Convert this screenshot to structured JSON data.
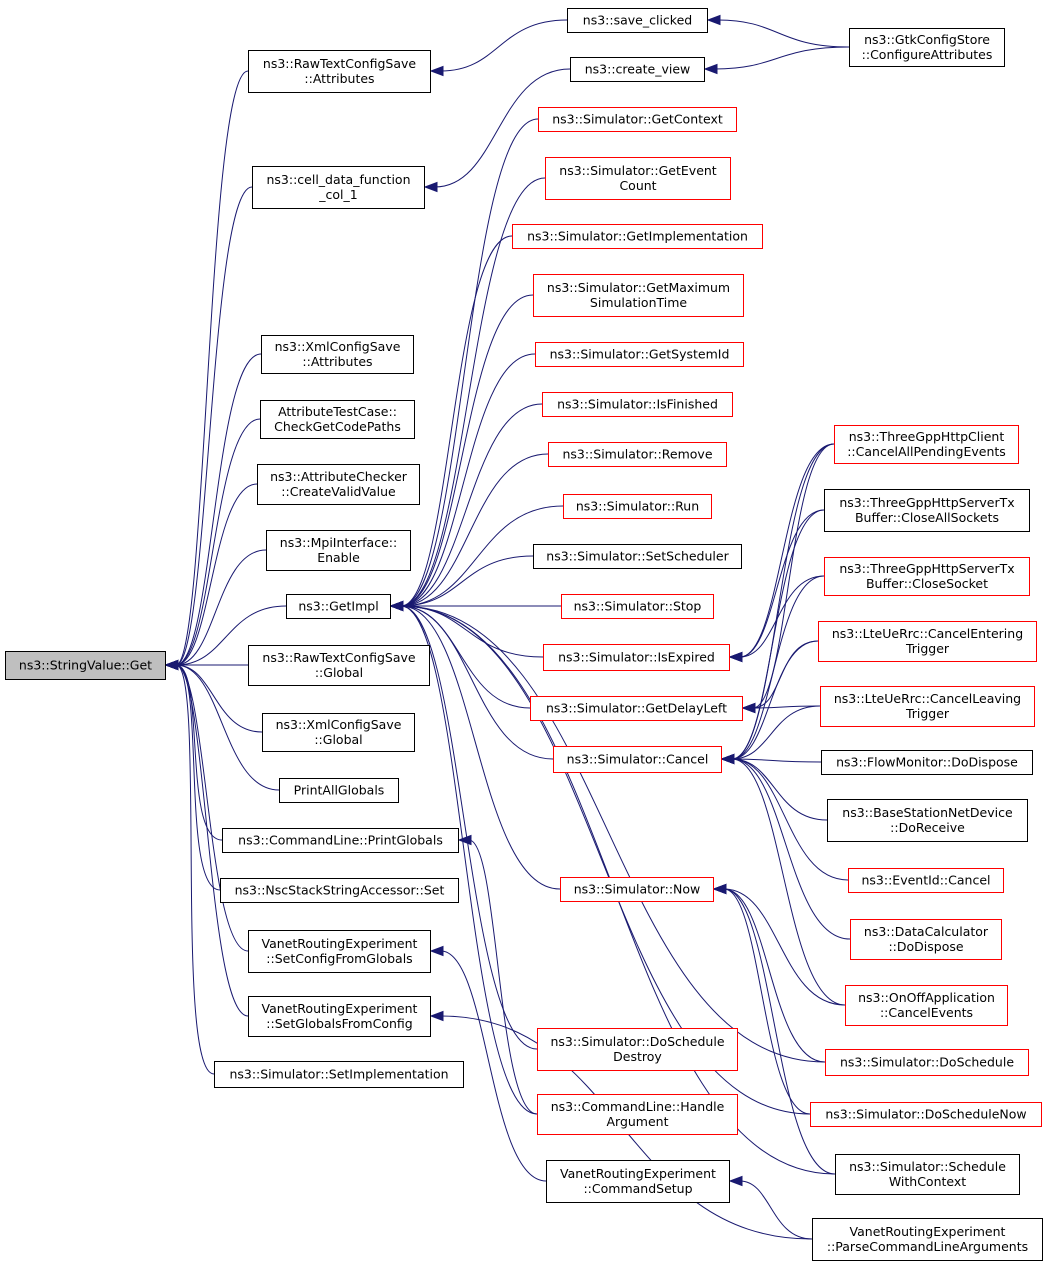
{
  "colors": {
    "edge": "#191970",
    "root_fill": "#bfbfbf",
    "node_border": "#000000",
    "truncated_border": "#ff0000",
    "background": "#ffffff"
  },
  "nodes": [
    {
      "id": "n0",
      "lines": [
        "ns3::StringValue::Get"
      ],
      "kind": "root"
    },
    {
      "id": "n1",
      "lines": [
        "ns3::RawTextConfigSave",
        "::Attributes"
      ],
      "kind": "normal"
    },
    {
      "id": "n2",
      "lines": [
        "ns3::save_clicked"
      ],
      "kind": "normal"
    },
    {
      "id": "n3",
      "lines": [
        "ns3::GtkConfigStore",
        "::ConfigureAttributes"
      ],
      "kind": "normal"
    },
    {
      "id": "n4",
      "lines": [
        "ns3::cell_data_function",
        "_col_1"
      ],
      "kind": "normal"
    },
    {
      "id": "n5",
      "lines": [
        "ns3::create_view"
      ],
      "kind": "normal"
    },
    {
      "id": "n6",
      "lines": [
        "ns3::XmlConfigSave",
        "::Attributes"
      ],
      "kind": "normal"
    },
    {
      "id": "n7",
      "lines": [
        "AttributeTestCase::",
        "CheckGetCodePaths"
      ],
      "kind": "normal"
    },
    {
      "id": "n8",
      "lines": [
        "ns3::AttributeChecker",
        "::CreateValidValue"
      ],
      "kind": "normal"
    },
    {
      "id": "n9",
      "lines": [
        "ns3::MpiInterface::",
        "Enable"
      ],
      "kind": "normal"
    },
    {
      "id": "n10",
      "lines": [
        "ns3::GetImpl"
      ],
      "kind": "normal"
    },
    {
      "id": "n11",
      "lines": [
        "ns3::Simulator::GetContext"
      ],
      "kind": "truncated"
    },
    {
      "id": "n12",
      "lines": [
        "ns3::Simulator::GetEvent",
        "Count"
      ],
      "kind": "truncated"
    },
    {
      "id": "n13",
      "lines": [
        "ns3::Simulator::GetImplementation"
      ],
      "kind": "truncated"
    },
    {
      "id": "n14",
      "lines": [
        "ns3::Simulator::GetMaximum",
        "SimulationTime"
      ],
      "kind": "truncated"
    },
    {
      "id": "n15",
      "lines": [
        "ns3::Simulator::GetSystemId"
      ],
      "kind": "truncated"
    },
    {
      "id": "n16",
      "lines": [
        "ns3::Simulator::IsFinished"
      ],
      "kind": "truncated"
    },
    {
      "id": "n17",
      "lines": [
        "ns3::Simulator::Remove"
      ],
      "kind": "truncated"
    },
    {
      "id": "n18",
      "lines": [
        "ns3::Simulator::Run"
      ],
      "kind": "truncated"
    },
    {
      "id": "n19",
      "lines": [
        "ns3::Simulator::SetScheduler"
      ],
      "kind": "normal"
    },
    {
      "id": "n20",
      "lines": [
        "ns3::Simulator::Stop"
      ],
      "kind": "truncated"
    },
    {
      "id": "n21",
      "lines": [
        "ns3::Simulator::IsExpired"
      ],
      "kind": "truncated"
    },
    {
      "id": "n22",
      "lines": [
        "ns3::ThreeGppHttpClient",
        "::CancelAllPendingEvents"
      ],
      "kind": "truncated"
    },
    {
      "id": "n23",
      "lines": [
        "ns3::ThreeGppHttpServerTx",
        "Buffer::CloseAllSockets"
      ],
      "kind": "normal"
    },
    {
      "id": "n24",
      "lines": [
        "ns3::ThreeGppHttpServerTx",
        "Buffer::CloseSocket"
      ],
      "kind": "truncated"
    },
    {
      "id": "n25",
      "lines": [
        "ns3::Simulator::GetDelayLeft"
      ],
      "kind": "truncated"
    },
    {
      "id": "n26",
      "lines": [
        "ns3::LteUeRrc::CancelEntering",
        "Trigger"
      ],
      "kind": "truncated"
    },
    {
      "id": "n27",
      "lines": [
        "ns3::LteUeRrc::CancelLeaving",
        "Trigger"
      ],
      "kind": "truncated"
    },
    {
      "id": "n28",
      "lines": [
        "ns3::Simulator::Cancel"
      ],
      "kind": "truncated"
    },
    {
      "id": "n29",
      "lines": [
        "ns3::FlowMonitor::DoDispose"
      ],
      "kind": "normal"
    },
    {
      "id": "n30",
      "lines": [
        "ns3::BaseStationNetDevice",
        "::DoReceive"
      ],
      "kind": "normal"
    },
    {
      "id": "n31",
      "lines": [
        "ns3::EventId::Cancel"
      ],
      "kind": "truncated"
    },
    {
      "id": "n32",
      "lines": [
        "ns3::DataCalculator",
        "::DoDispose"
      ],
      "kind": "truncated"
    },
    {
      "id": "n33",
      "lines": [
        "ns3::OnOffApplication",
        "::CancelEvents"
      ],
      "kind": "truncated"
    },
    {
      "id": "n34",
      "lines": [
        "ns3::Simulator::Now"
      ],
      "kind": "truncated"
    },
    {
      "id": "n35",
      "lines": [
        "ns3::Simulator::DoSchedule"
      ],
      "kind": "truncated"
    },
    {
      "id": "n36",
      "lines": [
        "ns3::Simulator::DoScheduleNow"
      ],
      "kind": "truncated"
    },
    {
      "id": "n37",
      "lines": [
        "ns3::Simulator::Schedule",
        "WithContext"
      ],
      "kind": "normal"
    },
    {
      "id": "n38",
      "lines": [
        "ns3::RawTextConfigSave",
        "::Global"
      ],
      "kind": "normal"
    },
    {
      "id": "n39",
      "lines": [
        "ns3::XmlConfigSave",
        "::Global"
      ],
      "kind": "normal"
    },
    {
      "id": "n40",
      "lines": [
        "PrintAllGlobals"
      ],
      "kind": "normal"
    },
    {
      "id": "n41",
      "lines": [
        "ns3::CommandLine::PrintGlobals"
      ],
      "kind": "normal"
    },
    {
      "id": "n42",
      "lines": [
        "ns3::Simulator::DoSchedule",
        "Destroy"
      ],
      "kind": "truncated"
    },
    {
      "id": "n43",
      "lines": [
        "ns3::CommandLine::Handle",
        "Argument"
      ],
      "kind": "truncated"
    },
    {
      "id": "n44",
      "lines": [
        "ns3::NscStackStringAccessor::Set"
      ],
      "kind": "normal"
    },
    {
      "id": "n45",
      "lines": [
        "VanetRoutingExperiment",
        "::SetConfigFromGlobals"
      ],
      "kind": "normal"
    },
    {
      "id": "n46",
      "lines": [
        "VanetRoutingExperiment",
        "::CommandSetup"
      ],
      "kind": "normal"
    },
    {
      "id": "n47",
      "lines": [
        "VanetRoutingExperiment",
        "::ParseCommandLineArguments"
      ],
      "kind": "normal"
    },
    {
      "id": "n48",
      "lines": [
        "VanetRoutingExperiment",
        "::SetGlobalsFromConfig"
      ],
      "kind": "normal"
    },
    {
      "id": "n49",
      "lines": [
        "ns3::Simulator::SetImplementation"
      ],
      "kind": "normal"
    }
  ],
  "edges": [
    [
      "n1",
      "n0"
    ],
    [
      "n4",
      "n0"
    ],
    [
      "n6",
      "n0"
    ],
    [
      "n7",
      "n0"
    ],
    [
      "n8",
      "n0"
    ],
    [
      "n9",
      "n0"
    ],
    [
      "n10",
      "n0"
    ],
    [
      "n38",
      "n0"
    ],
    [
      "n39",
      "n0"
    ],
    [
      "n40",
      "n0"
    ],
    [
      "n41",
      "n0"
    ],
    [
      "n44",
      "n0"
    ],
    [
      "n45",
      "n0"
    ],
    [
      "n48",
      "n0"
    ],
    [
      "n49",
      "n0"
    ],
    [
      "n2",
      "n1"
    ],
    [
      "n3",
      "n2"
    ],
    [
      "n5",
      "n4"
    ],
    [
      "n3",
      "n5"
    ],
    [
      "n11",
      "n10"
    ],
    [
      "n12",
      "n10"
    ],
    [
      "n13",
      "n10"
    ],
    [
      "n14",
      "n10"
    ],
    [
      "n15",
      "n10"
    ],
    [
      "n16",
      "n10"
    ],
    [
      "n17",
      "n10"
    ],
    [
      "n18",
      "n10"
    ],
    [
      "n19",
      "n10"
    ],
    [
      "n20",
      "n10"
    ],
    [
      "n21",
      "n10"
    ],
    [
      "n25",
      "n10"
    ],
    [
      "n28",
      "n10"
    ],
    [
      "n34",
      "n10"
    ],
    [
      "n35",
      "n10"
    ],
    [
      "n36",
      "n10"
    ],
    [
      "n37",
      "n10"
    ],
    [
      "n42",
      "n10"
    ],
    [
      "n43",
      "n10"
    ],
    [
      "n22",
      "n21"
    ],
    [
      "n23",
      "n21"
    ],
    [
      "n24",
      "n21"
    ],
    [
      "n22",
      "n25"
    ],
    [
      "n26",
      "n25"
    ],
    [
      "n27",
      "n25"
    ],
    [
      "n22",
      "n28"
    ],
    [
      "n23",
      "n28"
    ],
    [
      "n24",
      "n28"
    ],
    [
      "n26",
      "n28"
    ],
    [
      "n27",
      "n28"
    ],
    [
      "n29",
      "n28"
    ],
    [
      "n30",
      "n28"
    ],
    [
      "n31",
      "n28"
    ],
    [
      "n32",
      "n28"
    ],
    [
      "n33",
      "n28"
    ],
    [
      "n33",
      "n34"
    ],
    [
      "n35",
      "n34"
    ],
    [
      "n36",
      "n34"
    ],
    [
      "n37",
      "n34"
    ],
    [
      "n43",
      "n41"
    ],
    [
      "n46",
      "n45"
    ],
    [
      "n47",
      "n46"
    ],
    [
      "n47",
      "n48"
    ]
  ]
}
